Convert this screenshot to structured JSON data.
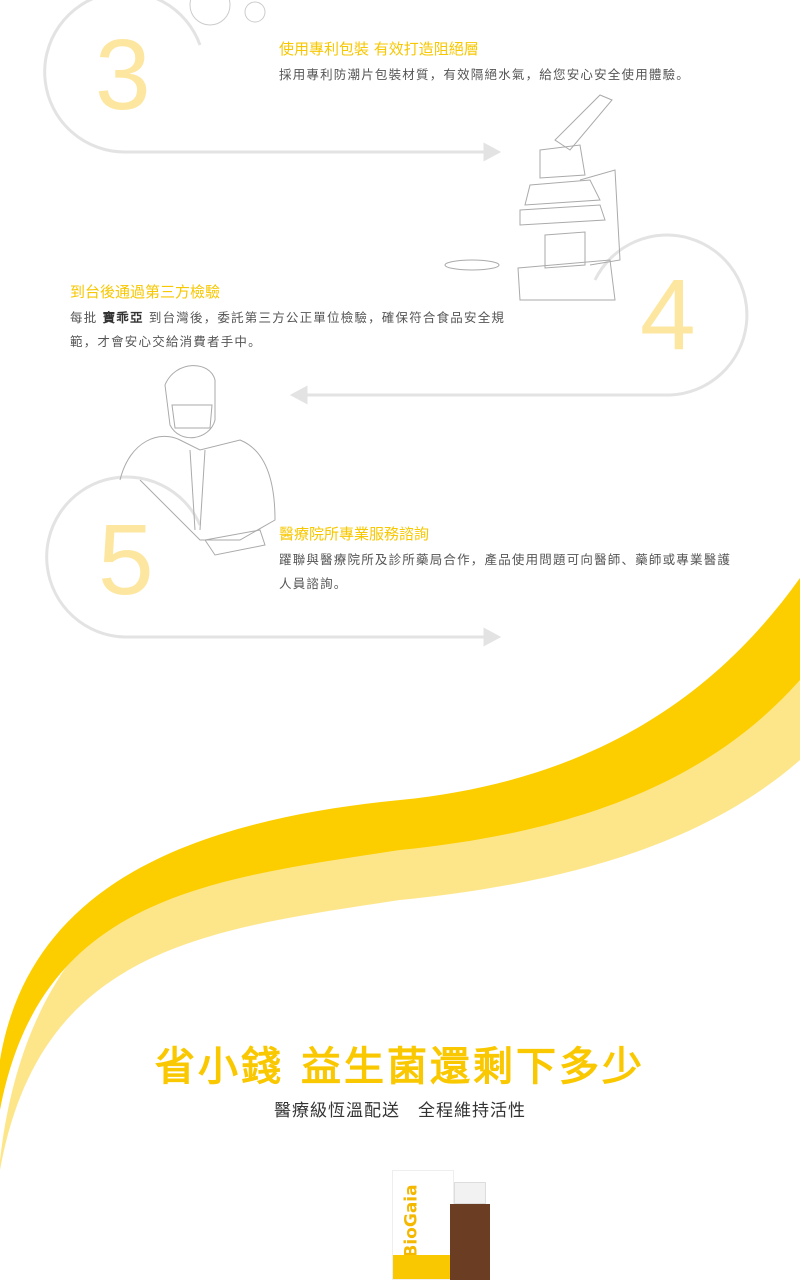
{
  "steps": [
    {
      "number": "3",
      "title": "使用專利包裝 有效打造阻絕層",
      "description": "採用專利防潮片包裝材質，有效隔絕水氣，給您安心安全使用體驗。"
    },
    {
      "number": "4",
      "title": "到台後通過第三方檢驗",
      "desc_prefix": "每批",
      "brand_logo": "寶乖亞",
      "description": "到台灣後，委託第三方公正單位檢驗，確保符合食品安全規範，才會安心交給消費者手中。"
    },
    {
      "number": "5",
      "title": "醫療院所專業服務諮詢",
      "description": "躍聯與醫療院所及診所藥局合作，產品使用問題可向醫師、藥師或專業醫護人員諮詢。"
    }
  ],
  "promo": {
    "headline": "省小錢 益生菌還剩下多少",
    "subheadline": "醫療級恆溫配送　全程維持活性"
  },
  "product": {
    "brand": "BioGaia"
  },
  "colors": {
    "accent": "#f9c800",
    "accent_light": "#fde68a",
    "line": "#e5e5e5"
  }
}
